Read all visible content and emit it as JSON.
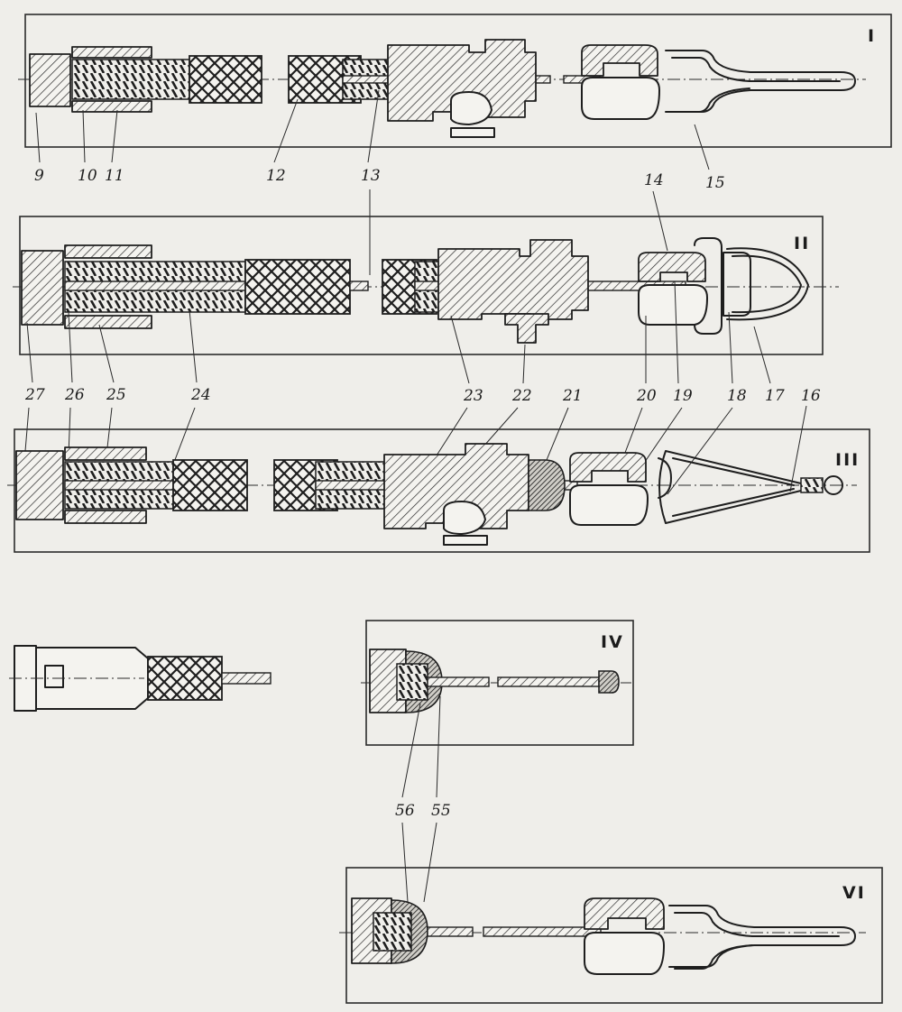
{
  "panels": {
    "I": {
      "label": "I"
    },
    "II": {
      "label": "II"
    },
    "III": {
      "label": "III"
    },
    "IV": {
      "label": "IV"
    },
    "VI": {
      "label": "VI"
    }
  },
  "callouts": {
    "c9": "9",
    "c10": "10",
    "c11": "11",
    "c12": "12",
    "c13": "13",
    "c14": "14",
    "c15": "15",
    "c16": "16",
    "c17": "17",
    "c18": "18",
    "c19": "19",
    "c20": "20",
    "c21": "21",
    "c22": "22",
    "c23": "23",
    "c24": "24",
    "c25": "25",
    "c26": "26",
    "c27": "27",
    "c55": "55",
    "c56": "56"
  }
}
